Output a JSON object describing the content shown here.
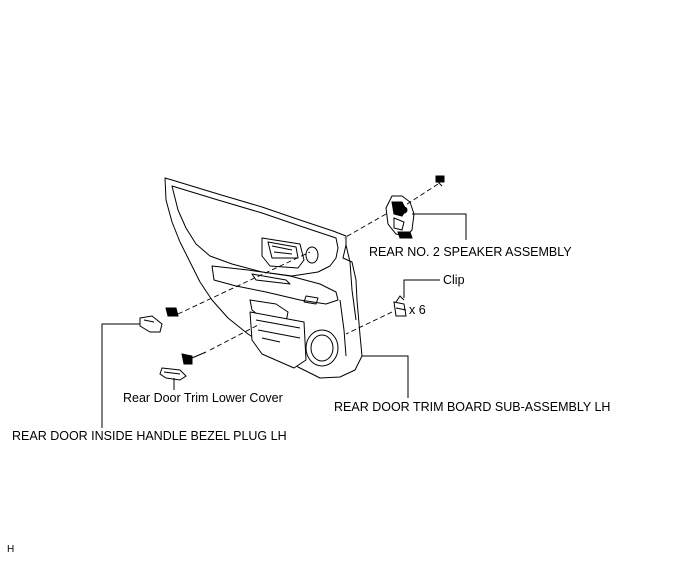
{
  "labels": {
    "speaker_assembly": "REAR NO. 2 SPEAKER ASSEMBLY",
    "clip": "Clip",
    "clip_count": "x 6",
    "lower_cover": "Rear Door Trim Lower Cover",
    "trim_board": "REAR DOOR TRIM BOARD SUB-ASSEMBLY LH",
    "bezel_plug": "REAR DOOR INSIDE HANDLE BEZEL PLUG LH",
    "corner_mark": "H"
  }
}
